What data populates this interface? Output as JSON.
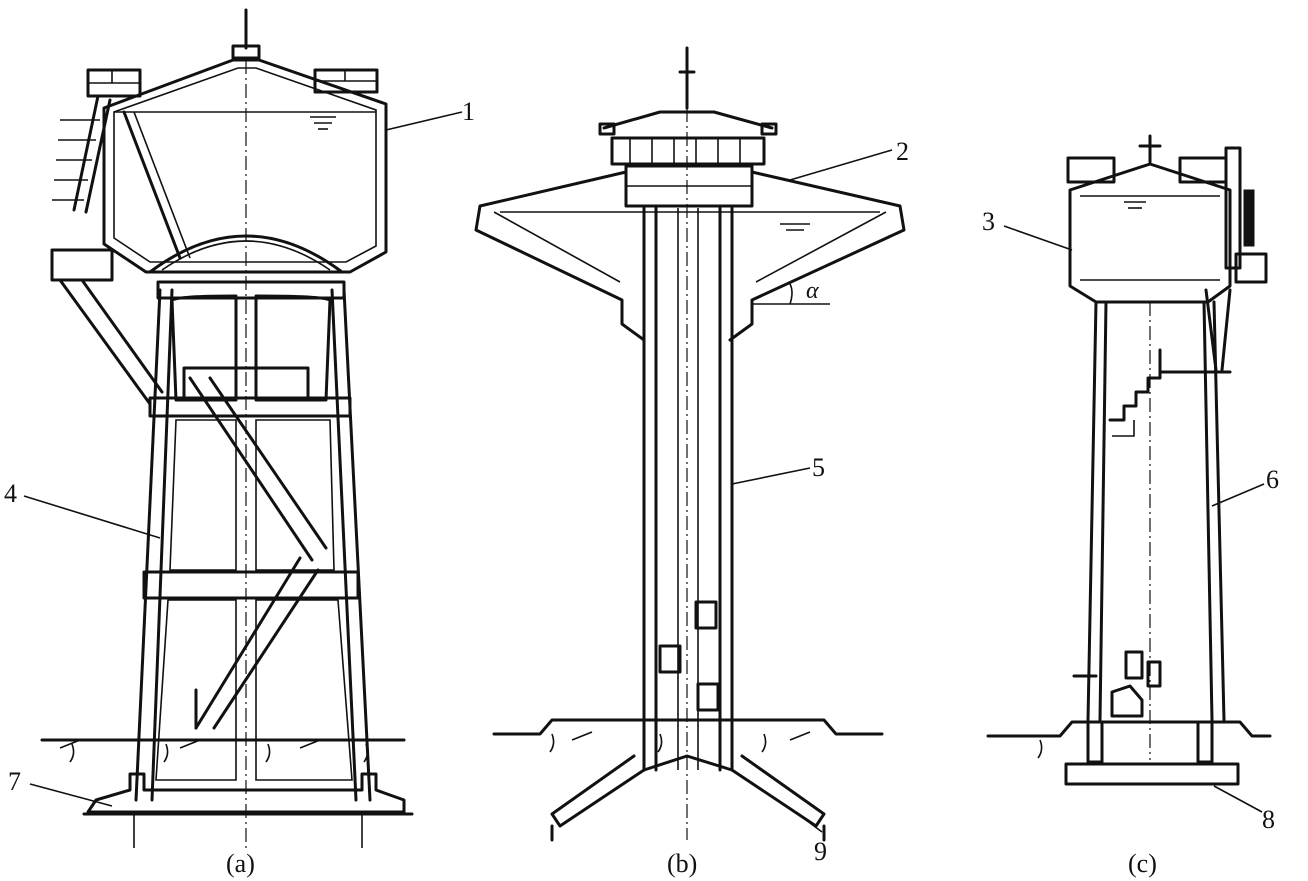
{
  "figures": [
    {
      "caption": "(a)"
    },
    {
      "caption": "(b)"
    },
    {
      "caption": "(c)"
    }
  ],
  "callouts": {
    "c1": "1",
    "c2": "2",
    "c3": "3",
    "c4": "4",
    "c5": "5",
    "c6": "6",
    "c7": "7",
    "c8": "8",
    "c9": "9"
  },
  "angle_label": "α"
}
